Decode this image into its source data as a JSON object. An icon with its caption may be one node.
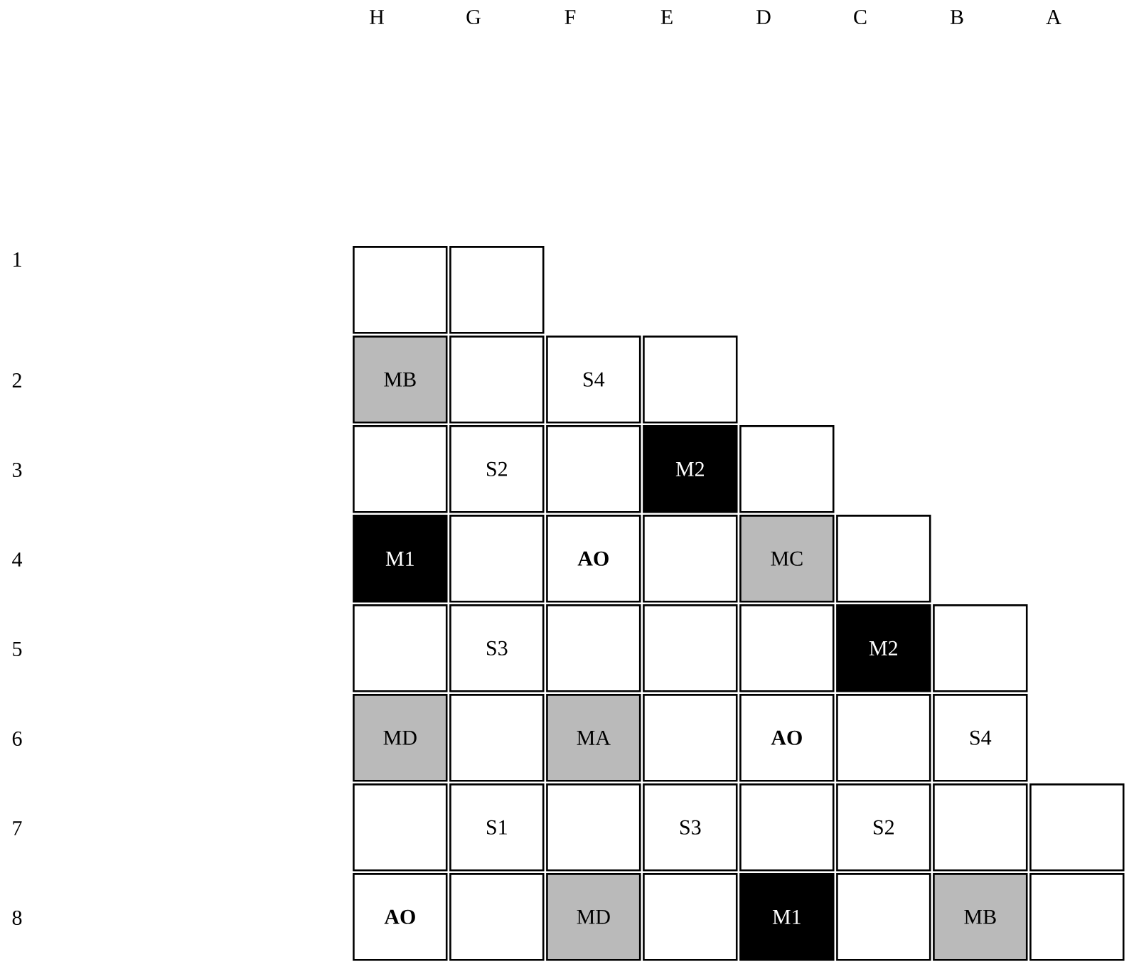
{
  "diagram": {
    "nodes": [
      {
        "text": [],
        "shape": "box"
      },
      {
        "text": [],
        "shape": "box"
      },
      {
        "text": [
          "MB"
        ]
      },
      {
        "text": [],
        "shape": "box"
      },
      {
        "text": [
          "S4"
        ]
      },
      {
        "text": [],
        "shape": "box"
      },
      {
        "text": [],
        "shape": "box"
      },
      {
        "text": [
          "S2"
        ]
      },
      {
        "text": [],
        "shape": "box"
      },
      {
        "text": [
          "M2"
        ]
      },
      {
        "text": [],
        "shape": "box"
      },
      {
        "text": [
          "M1"
        ]
      },
      {
        "text": [],
        "shape": "box"
      },
      {
        "text": [
          "AO"
        ]
      },
      {
        "text": [],
        "shape": "box"
      },
      {
        "text": [
          "MC"
        ]
      },
      {
        "text": [],
        "shape": "box"
      },
      {
        "text": [],
        "shape": "box"
      },
      {
        "text": [
          "S3"
        ]
      },
      {
        "text": [],
        "shape": "box"
      },
      {
        "text": [],
        "shape": "box"
      },
      {
        "text": [],
        "shape": "box"
      },
      {
        "text": [
          "M2"
        ]
      },
      {
        "text": [],
        "shape": "box"
      },
      {
        "text": [
          "MD"
        ]
      },
      {
        "text": [],
        "shape": "box"
      },
      {
        "text": [
          "MA"
        ]
      },
      {
        "text": [],
        "shape": "box"
      },
      {
        "text": [
          "AO"
        ]
      },
      {
        "text": [],
        "shape": "box"
      },
      {
        "text": [
          "S4"
        ]
      },
      {
        "text": [],
        "shape": "box"
      },
      {
        "text": [
          "S1"
        ]
      },
      {
        "text": [],
        "shape": "box"
      },
      {
        "text": [
          "S3"
        ]
      },
      {
        "text": [],
        "shape": "box"
      },
      {
        "text": [
          "S2"
        ]
      },
      {
        "text": [],
        "shape": "box"
      },
      {
        "text": [],
        "shape": "box"
      },
      {
        "text": [
          "AO"
        ]
      },
      {
        "text": [],
        "shape": "box"
      },
      {
        "text": [
          "MD"
        ]
      },
      {
        "text": [],
        "shape": "box"
      },
      {
        "text": [
          "M1"
        ]
      },
      {
        "text": [],
        "shape": "box"
      },
      {
        "text": [
          "MB"
        ]
      },
      {
        "text": [],
        "shape": "box"
      }
    ],
    "labels": [
      "H",
      "G",
      "F",
      "E",
      "D",
      "C",
      "B",
      "A",
      "1",
      "2",
      "3",
      "4",
      "5",
      "6",
      "7",
      "8"
    ]
  }
}
